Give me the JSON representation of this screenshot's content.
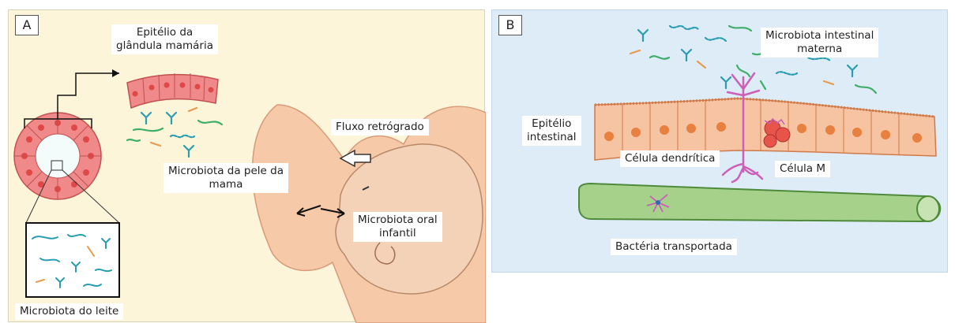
{
  "panel_a": {
    "letter": "A",
    "labels": {
      "mammary_epithelium_line1": "Epitélio da",
      "mammary_epithelium_line2": "glândula mamária",
      "retrograde_flow": "Fluxo retrógrado",
      "breast_skin_microbiota_line1": "Microbiota da pele da",
      "breast_skin_microbiota_line2": "mama",
      "infant_oral_microbiota_line1": "Microbiota oral",
      "infant_oral_microbiota_line2": "infantil",
      "milk_microbiota": "Microbiota do leite"
    }
  },
  "panel_b": {
    "letter": "B",
    "labels": {
      "maternal_gut_microbiota_line1": "Microbiota intestinal",
      "maternal_gut_microbiota_line2": "materna",
      "intestinal_epithelium_line1": "Epitélio",
      "intestinal_epithelium_line2": "intestinal",
      "dendritic_cell": "Célula dendrítica",
      "m_cell": "Célula M",
      "transported_bacteria": "Bactéria transportada"
    }
  },
  "colors": {
    "panel_a_bg": "#fdf5d9",
    "panel_b_bg": "#ddecf6",
    "epithelial_cell": "#f08a8a",
    "intestinal_cell": "#f7c4a3",
    "vessel": "#a6d18a",
    "bacteria_teal": "#2a9db0",
    "bacteria_green": "#3fae6a",
    "bacteria_orange": "#e89a4e",
    "dendritic": "#cc5fb8"
  }
}
